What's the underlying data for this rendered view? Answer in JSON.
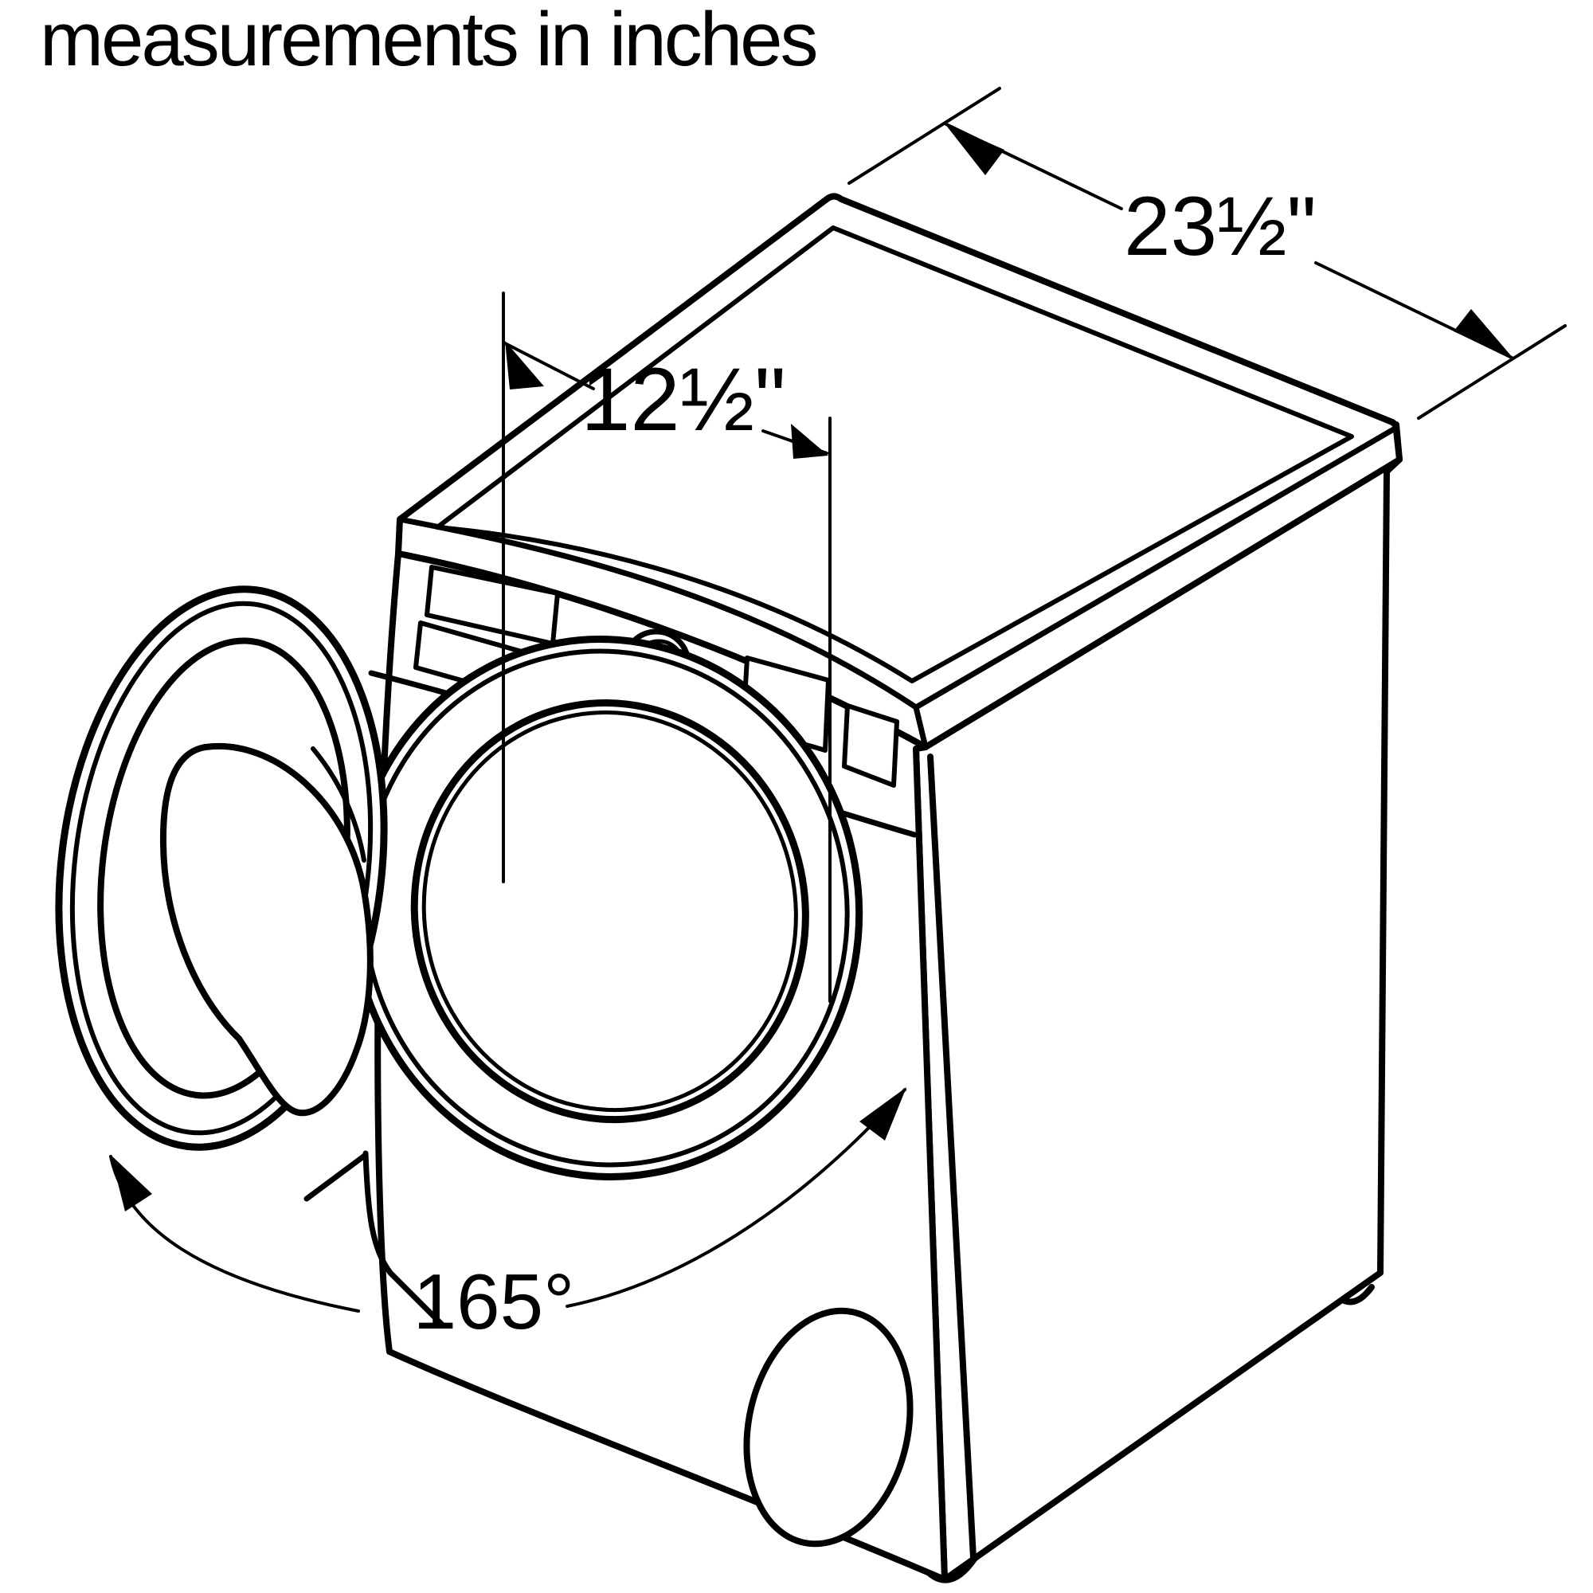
{
  "title": "measurements in inches",
  "drawing": {
    "subject": "Isometric technical line drawing of a front-loading washing machine with its door open",
    "dimension_labels": {
      "top_depth": "23½\"",
      "door_center_offset": "12½\"",
      "door_opening_angle": "165°"
    },
    "line_color": "#000000",
    "background_color": "#ffffff"
  }
}
